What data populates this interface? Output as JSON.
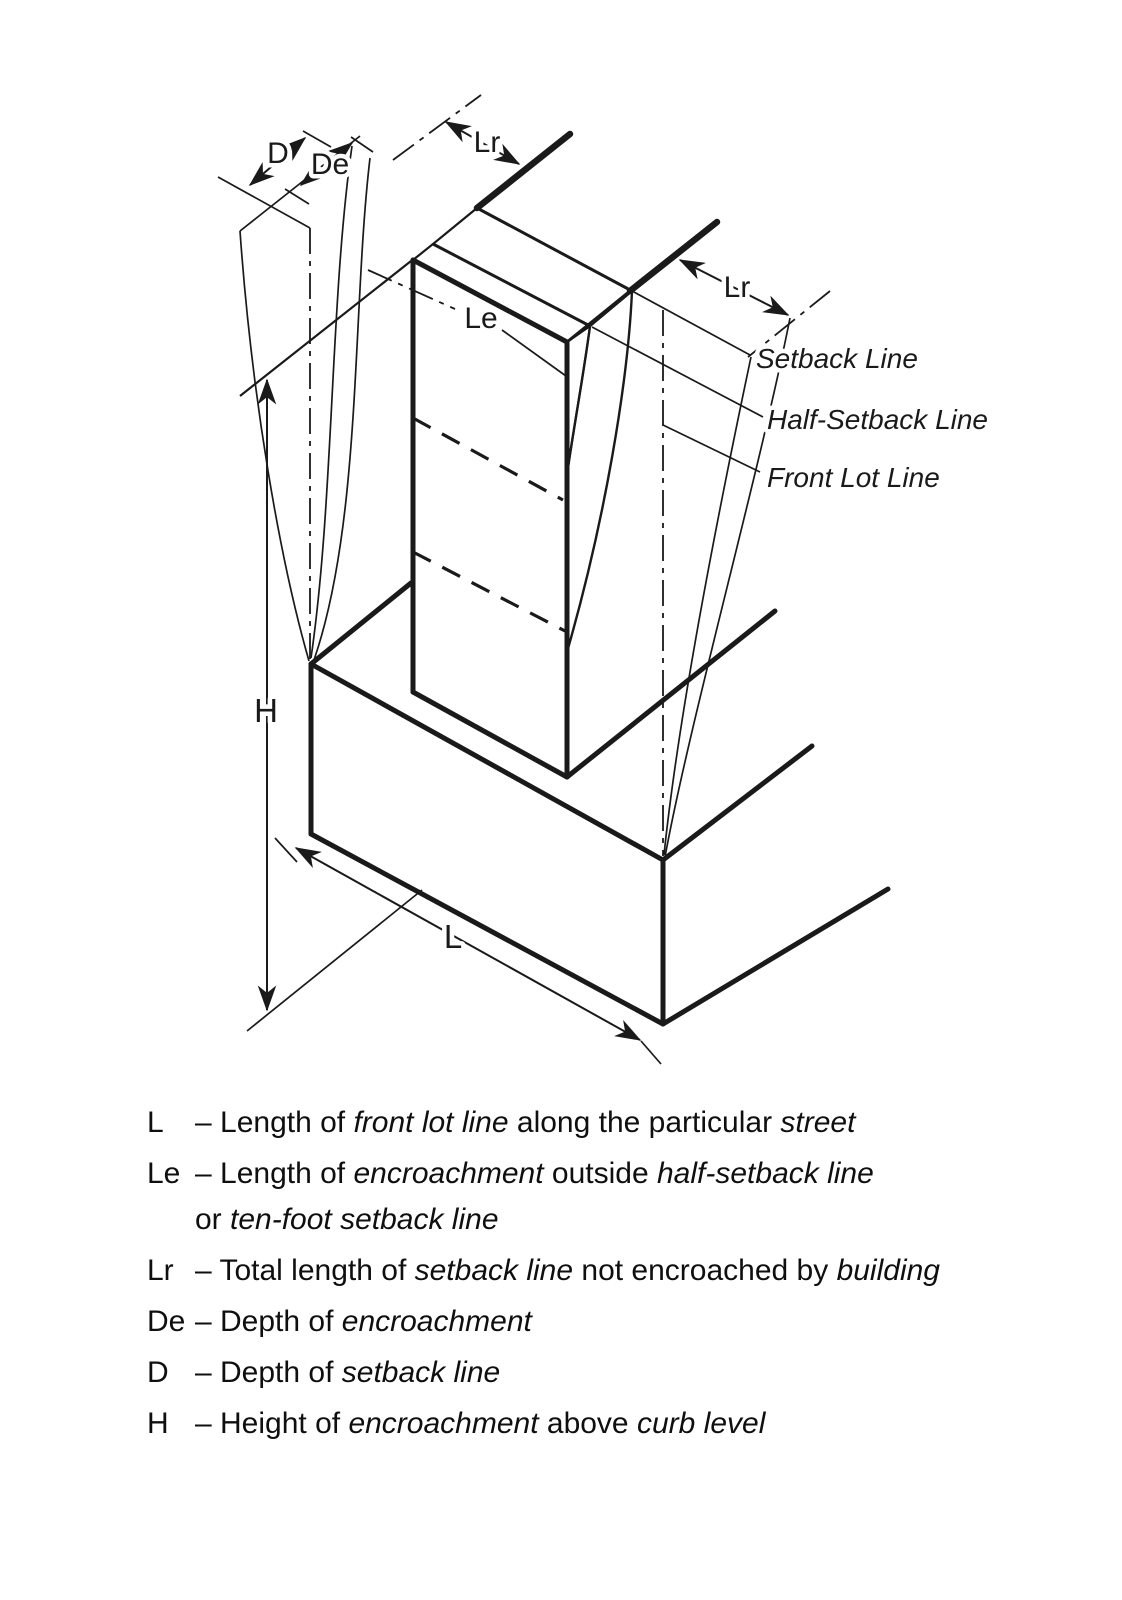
{
  "diagram": {
    "title": "Tower encroachment on setback line diagram",
    "colors": {
      "ink": "#1a1a1a",
      "encroachment_gray": "#d2d2d2",
      "background": "#ffffff"
    },
    "labels": {
      "d": "D",
      "de": "De",
      "lr_top": "Lr",
      "lr_right": "Lr",
      "le": "Le",
      "h": "H",
      "l": "L",
      "setback_line": "Setback Line",
      "half_setback_line": "Half-Setback Line",
      "front_lot_line": "Front Lot Line"
    }
  },
  "legend": {
    "items": [
      {
        "symbol": "L",
        "lines": [
          [
            {
              "t": "– Length of "
            },
            {
              "t": "front lot line",
              "i": true
            },
            {
              "t": " along the particular "
            },
            {
              "t": "street",
              "i": true
            }
          ]
        ]
      },
      {
        "symbol": "Le",
        "lines": [
          [
            {
              "t": "– Length of "
            },
            {
              "t": "encroachment",
              "i": true
            },
            {
              "t": " outside "
            },
            {
              "t": "half-setback line",
              "i": true
            }
          ],
          [
            {
              "t": "or "
            },
            {
              "t": "ten-foot setback line",
              "i": true
            }
          ]
        ]
      },
      {
        "symbol": "Lr",
        "lines": [
          [
            {
              "t": "– Total length of "
            },
            {
              "t": "setback line",
              "i": true
            },
            {
              "t": " not encroached by "
            },
            {
              "t": "building",
              "i": true
            }
          ]
        ]
      },
      {
        "symbol": "De",
        "lines": [
          [
            {
              "t": "– Depth of "
            },
            {
              "t": "encroachment",
              "i": true
            }
          ]
        ]
      },
      {
        "symbol": "D",
        "lines": [
          [
            {
              "t": "– Depth of "
            },
            {
              "t": "setback line",
              "i": true
            }
          ]
        ]
      },
      {
        "symbol": "H",
        "lines": [
          [
            {
              "t": "– Height of "
            },
            {
              "t": "encroachment",
              "i": true
            },
            {
              "t": " above "
            },
            {
              "t": "curb level",
              "i": true
            }
          ]
        ]
      }
    ]
  }
}
